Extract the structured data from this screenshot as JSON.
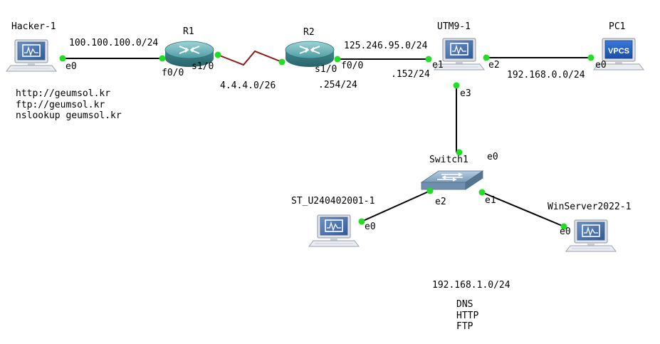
{
  "nodes": {
    "hacker": "Hacker-1",
    "r1": "R1",
    "r2": "R2",
    "utm": "UTM9-1",
    "pc1": "PC1",
    "switch": "Switch1",
    "st": "ST_U240402001-1",
    "winserver": "WinServer2022-1",
    "vpcs_text": "VPCS"
  },
  "networks": {
    "hacker_r1": "100.100.100.0/24",
    "r1_r2": "4.4.4.0/26",
    "r2_utm": "125.246.95.0/24",
    "r2_host": ".254/24",
    "utm_host": ".152/24",
    "utm_pc": "192.168.0.0/24",
    "lan": "192.168.1.0/24"
  },
  "interfaces": {
    "hacker_e0": "e0",
    "r1_f00": "f0/0",
    "r1_s10": "s1/0",
    "r2_s10": "s1/0",
    "r2_f00": "f0/0",
    "utm_e1": "e1",
    "utm_e2": "e2",
    "utm_e3": "e3",
    "pc1_e0": "e0",
    "sw_e0": "e0",
    "sw_e1": "e1",
    "sw_e2": "e2",
    "st_e0": "e0",
    "win_e0": "e0"
  },
  "notes": {
    "hacker_cmds": [
      "http://geumsol.kr",
      "ftp://geumsol.kr",
      "nslookup geumsol.kr"
    ],
    "services": [
      "DNS",
      "HTTP",
      "FTP"
    ]
  },
  "colors": {
    "link": "#000000",
    "serial_link": "#8b1a1a",
    "link_up": "#22dd22",
    "router": "#4c9ca3",
    "switch": "#7a9bb8"
  }
}
